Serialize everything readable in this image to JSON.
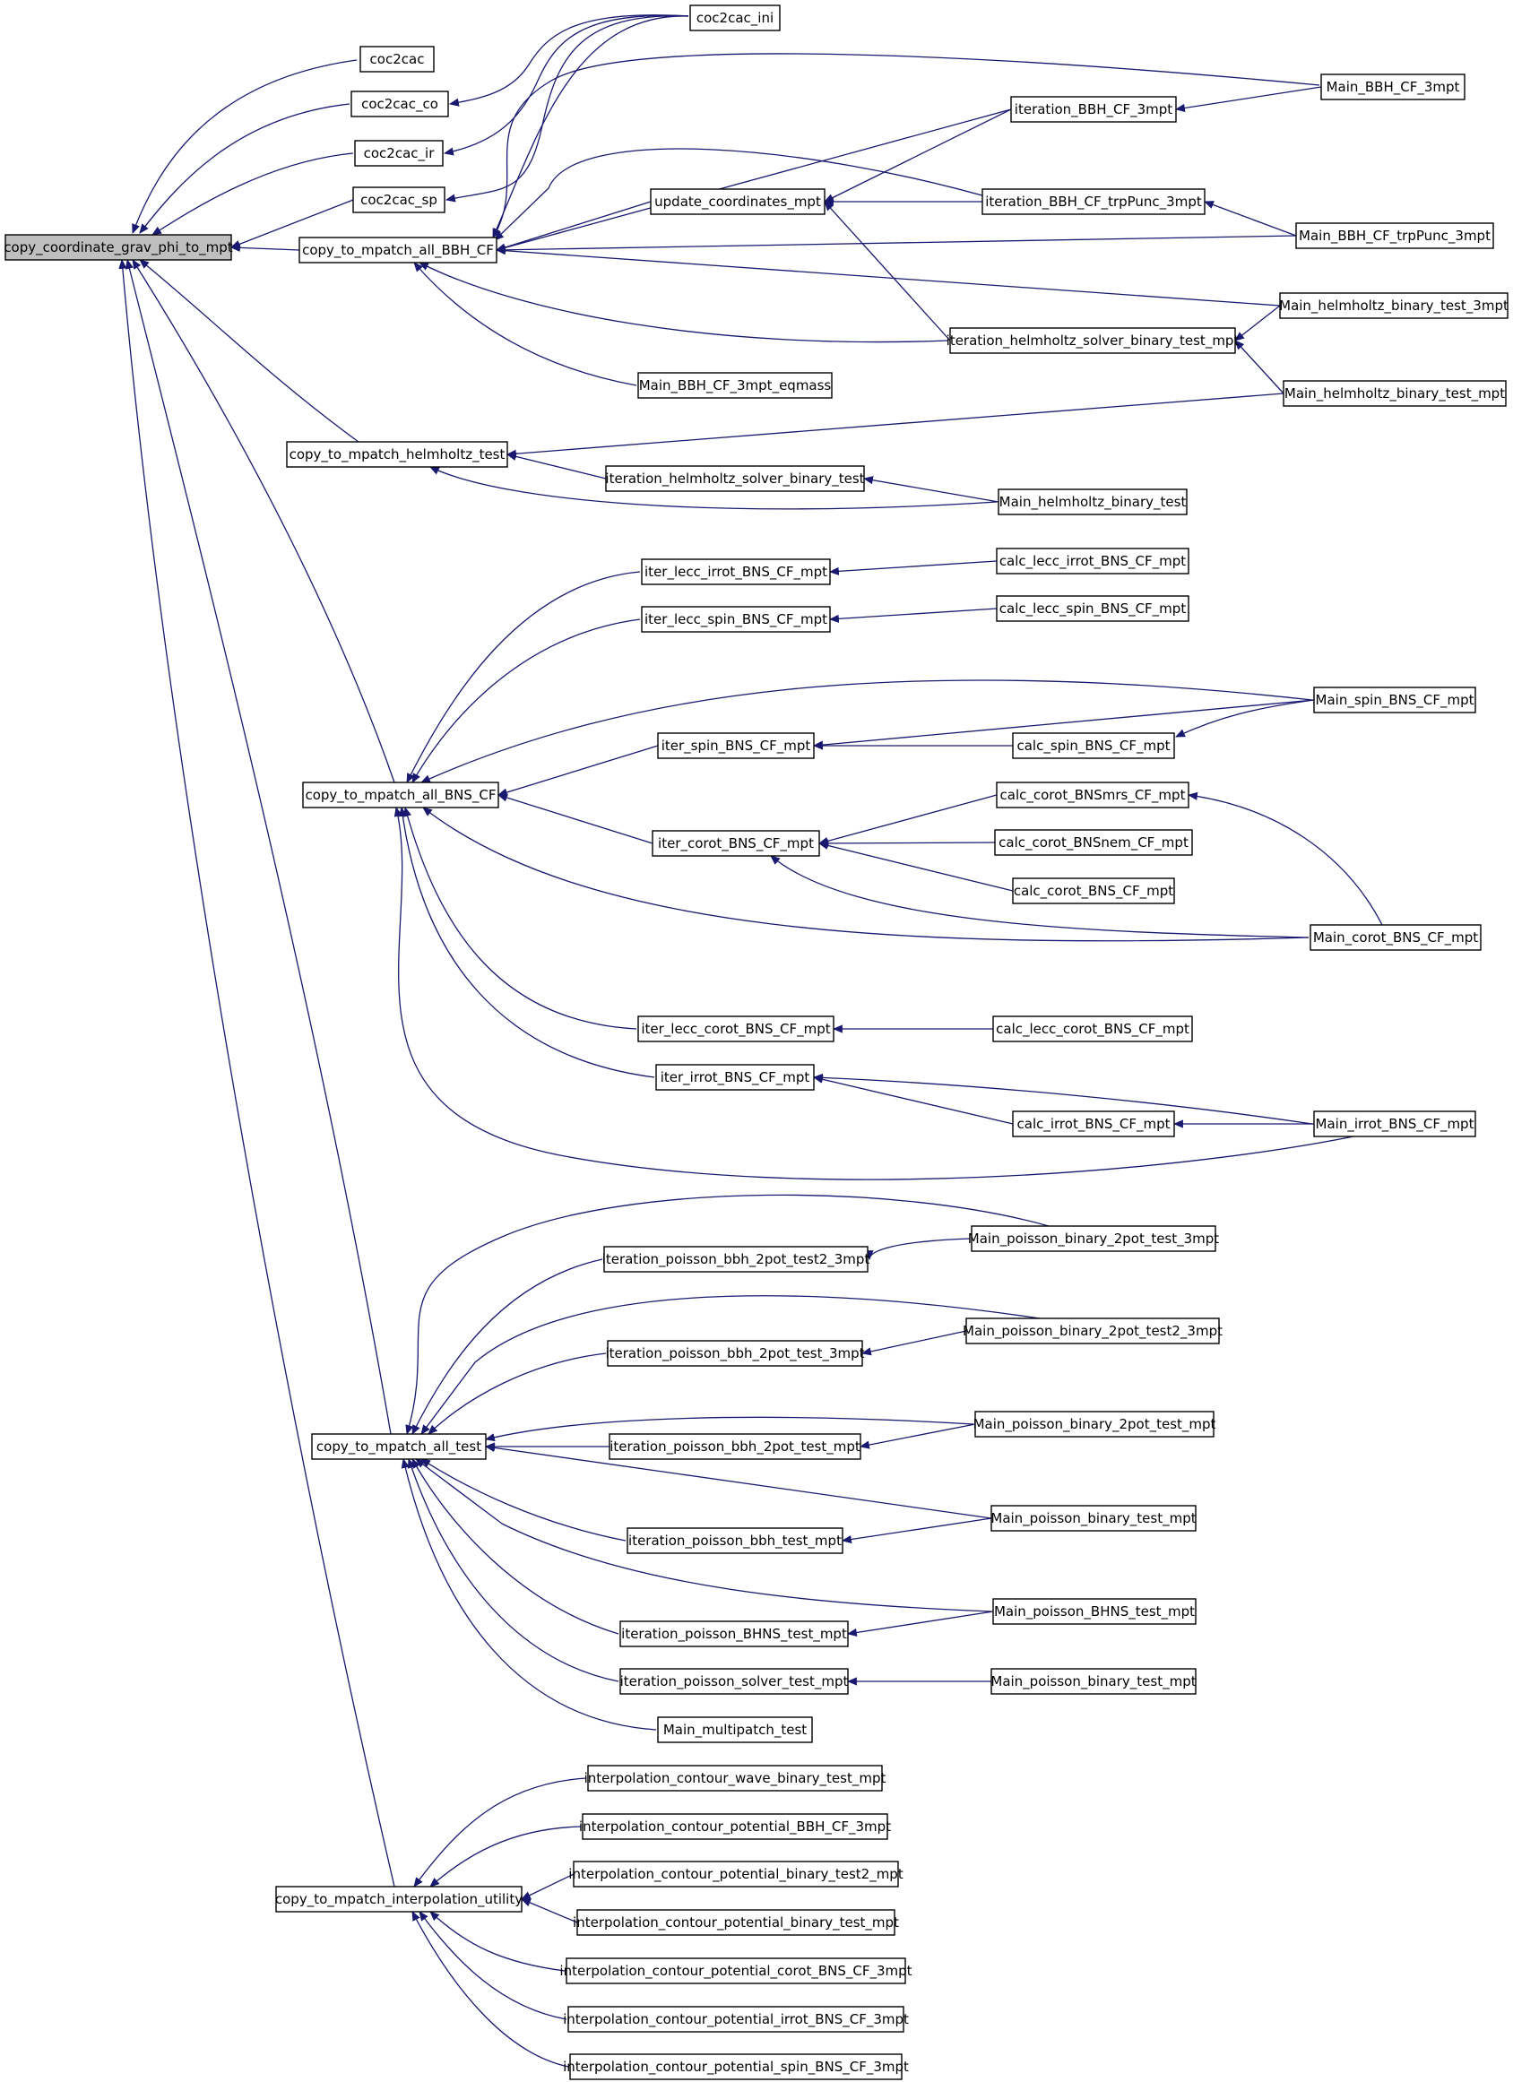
{
  "diagram": {
    "root": "copy_coordinate_grav_phi_to_mpt",
    "colors": {
      "edge": "#191970",
      "node_border": "#000000",
      "root_fill": "#bfbfbf",
      "node_fill": "#ffffff"
    },
    "nodes": [
      {
        "id": "root",
        "label": "copy_coordinate_grav_phi_to_mpt"
      },
      {
        "id": "coc2cac",
        "label": "coc2cac"
      },
      {
        "id": "coc2cac_co",
        "label": "coc2cac_co"
      },
      {
        "id": "coc2cac_ir",
        "label": "coc2cac_ir"
      },
      {
        "id": "coc2cac_sp",
        "label": "coc2cac_sp"
      },
      {
        "id": "coc2cac_ini",
        "label": "coc2cac_ini"
      },
      {
        "id": "all_BBH",
        "label": "copy_to_mpatch_all_BBH_CF"
      },
      {
        "id": "helm",
        "label": "copy_to_mpatch_helmholtz_test"
      },
      {
        "id": "all_BNS",
        "label": "copy_to_mpatch_all_BNS_CF"
      },
      {
        "id": "all_test",
        "label": "copy_to_mpatch_all_test"
      },
      {
        "id": "interp",
        "label": "copy_to_mpatch_interpolation_utility"
      },
      {
        "id": "upd",
        "label": "update_coordinates_mpt"
      },
      {
        "id": "itBBH3",
        "label": "iteration_BBH_CF_3mpt"
      },
      {
        "id": "itBBHtrp",
        "label": "iteration_BBH_CF_trpPunc_3mpt"
      },
      {
        "id": "itHelmMpt",
        "label": "iteration_helmholtz_solver_binary_test_mpt"
      },
      {
        "id": "mBBHeq",
        "label": "Main_BBH_CF_3mpt_eqmass"
      },
      {
        "id": "mBBH3",
        "label": "Main_BBH_CF_3mpt"
      },
      {
        "id": "mBBHtrp",
        "label": "Main_BBH_CF_trpPunc_3mpt"
      },
      {
        "id": "mHelm3",
        "label": "Main_helmholtz_binary_test_3mpt"
      },
      {
        "id": "mHelmMpt",
        "label": "Main_helmholtz_binary_test_mpt"
      },
      {
        "id": "itHelm",
        "label": "iteration_helmholtz_solver_binary_test"
      },
      {
        "id": "mHelm",
        "label": "Main_helmholtz_binary_test"
      },
      {
        "id": "ilIrrot",
        "label": "iter_lecc_irrot_BNS_CF_mpt"
      },
      {
        "id": "ilSpin",
        "label": "iter_lecc_spin_BNS_CF_mpt"
      },
      {
        "id": "iSpin",
        "label": "iter_spin_BNS_CF_mpt"
      },
      {
        "id": "iCorot",
        "label": "iter_corot_BNS_CF_mpt"
      },
      {
        "id": "ilCorot",
        "label": "iter_lecc_corot_BNS_CF_mpt"
      },
      {
        "id": "iIrrot",
        "label": "iter_irrot_BNS_CF_mpt"
      },
      {
        "id": "clIrrot",
        "label": "calc_lecc_irrot_BNS_CF_mpt"
      },
      {
        "id": "clSpin",
        "label": "calc_lecc_spin_BNS_CF_mpt"
      },
      {
        "id": "cSpin",
        "label": "calc_spin_BNS_CF_mpt"
      },
      {
        "id": "cCorotMrs",
        "label": "calc_corot_BNSmrs_CF_mpt"
      },
      {
        "id": "cCorotNem",
        "label": "calc_corot_BNSnem_CF_mpt"
      },
      {
        "id": "cCorot",
        "label": "calc_corot_BNS_CF_mpt"
      },
      {
        "id": "clCorot",
        "label": "calc_lecc_corot_BNS_CF_mpt"
      },
      {
        "id": "cIrrot",
        "label": "calc_irrot_BNS_CF_mpt"
      },
      {
        "id": "mSpin",
        "label": "Main_spin_BNS_CF_mpt"
      },
      {
        "id": "mCorot",
        "label": "Main_corot_BNS_CF_mpt"
      },
      {
        "id": "mIrrot",
        "label": "Main_irrot_BNS_CF_mpt"
      },
      {
        "id": "itPb2t23",
        "label": "iteration_poisson_bbh_2pot_test2_3mpt"
      },
      {
        "id": "itPb2t3",
        "label": "iteration_poisson_bbh_2pot_test_3mpt"
      },
      {
        "id": "itPb2tm",
        "label": "iteration_poisson_bbh_2pot_test_mpt"
      },
      {
        "id": "itPbt",
        "label": "iteration_poisson_bbh_test_mpt"
      },
      {
        "id": "itPBHNS",
        "label": "iteration_poisson_BHNS_test_mpt"
      },
      {
        "id": "itPsol",
        "label": "iteration_poisson_solver_test_mpt"
      },
      {
        "id": "mMulti",
        "label": "Main_multipatch_test"
      },
      {
        "id": "mPb2t3",
        "label": "Main_poisson_binary_2pot_test_3mpt"
      },
      {
        "id": "mPb2t23",
        "label": "Main_poisson_binary_2pot_test2_3mpt"
      },
      {
        "id": "mPb2tm",
        "label": "Main_poisson_binary_2pot_test_mpt"
      },
      {
        "id": "mPbt1",
        "label": "Main_poisson_binary_test_mpt"
      },
      {
        "id": "mPBHNS",
        "label": "Main_poisson_BHNS_test_mpt"
      },
      {
        "id": "mPbt2",
        "label": "Main_poisson_binary_test_mpt"
      },
      {
        "id": "icWave",
        "label": "interpolation_contour_wave_binary_test_mpt"
      },
      {
        "id": "icBBH",
        "label": "interpolation_contour_potential_BBH_CF_3mpt"
      },
      {
        "id": "icBt2",
        "label": "interpolation_contour_potential_binary_test2_mpt"
      },
      {
        "id": "icBt",
        "label": "interpolation_contour_potential_binary_test_mpt"
      },
      {
        "id": "icCorot",
        "label": "interpolation_contour_potential_corot_BNS_CF_3mpt"
      },
      {
        "id": "icIrrot",
        "label": "interpolation_contour_potential_irrot_BNS_CF_3mpt"
      },
      {
        "id": "icSpin",
        "label": "interpolation_contour_potential_spin_BNS_CF_3mpt"
      }
    ],
    "edges": [
      [
        "coc2cac",
        "root"
      ],
      [
        "coc2cac_co",
        "root"
      ],
      [
        "coc2cac_ir",
        "root"
      ],
      [
        "coc2cac_sp",
        "root"
      ],
      [
        "all_BBH",
        "root"
      ],
      [
        "helm",
        "root"
      ],
      [
        "all_BNS",
        "root"
      ],
      [
        "all_test",
        "root"
      ],
      [
        "interp",
        "root"
      ],
      [
        "coc2cac_ini",
        "coc2cac_co"
      ],
      [
        "coc2cac_ini",
        "coc2cac_ir"
      ],
      [
        "coc2cac_ini",
        "coc2cac_sp"
      ],
      [
        "coc2cac_ini",
        "all_BBH"
      ],
      [
        "upd",
        "all_BBH"
      ],
      [
        "itBBH3",
        "all_BBH"
      ],
      [
        "itBBHtrp",
        "all_BBH"
      ],
      [
        "itHelmMpt",
        "all_BBH"
      ],
      [
        "mBBHeq",
        "all_BBH"
      ],
      [
        "mBBH3",
        "all_BBH"
      ],
      [
        "mBBHtrp",
        "all_BBH"
      ],
      [
        "mHelm3",
        "all_BBH"
      ],
      [
        "itBBH3",
        "upd"
      ],
      [
        "itBBHtrp",
        "upd"
      ],
      [
        "itHelmMpt",
        "upd"
      ],
      [
        "mBBH3",
        "itBBH3"
      ],
      [
        "mBBHtrp",
        "itBBHtrp"
      ],
      [
        "mHelm3",
        "itHelmMpt"
      ],
      [
        "mHelmMpt",
        "itHelmMpt"
      ],
      [
        "mHelmMpt",
        "helm"
      ],
      [
        "itHelm",
        "helm"
      ],
      [
        "mHelm",
        "helm"
      ],
      [
        "mHelm",
        "itHelm"
      ],
      [
        "ilIrrot",
        "all_BNS"
      ],
      [
        "ilSpin",
        "all_BNS"
      ],
      [
        "mSpin",
        "all_BNS"
      ],
      [
        "iSpin",
        "all_BNS"
      ],
      [
        "iCorot",
        "all_BNS"
      ],
      [
        "mCorot",
        "all_BNS"
      ],
      [
        "ilCorot",
        "all_BNS"
      ],
      [
        "iIrrot",
        "all_BNS"
      ],
      [
        "mIrrot",
        "all_BNS"
      ],
      [
        "clIrrot",
        "ilIrrot"
      ],
      [
        "clSpin",
        "ilSpin"
      ],
      [
        "mSpin",
        "iSpin"
      ],
      [
        "cSpin",
        "iSpin"
      ],
      [
        "mSpin",
        "cSpin"
      ],
      [
        "cCorotMrs",
        "iCorot"
      ],
      [
        "cCorotNem",
        "iCorot"
      ],
      [
        "cCorot",
        "iCorot"
      ],
      [
        "mCorot",
        "iCorot"
      ],
      [
        "mCorot",
        "cCorotMrs"
      ],
      [
        "clCorot",
        "ilCorot"
      ],
      [
        "cIrrot",
        "iIrrot"
      ],
      [
        "mIrrot",
        "iIrrot"
      ],
      [
        "mIrrot",
        "cIrrot"
      ],
      [
        "mPb2t3",
        "all_test"
      ],
      [
        "itPb2t23",
        "all_test"
      ],
      [
        "mPb2t23",
        "all_test"
      ],
      [
        "itPb2t3",
        "all_test"
      ],
      [
        "mPb2tm",
        "all_test"
      ],
      [
        "itPb2tm",
        "all_test"
      ],
      [
        "mPbt1",
        "all_test"
      ],
      [
        "itPbt",
        "all_test"
      ],
      [
        "mPBHNS",
        "all_test"
      ],
      [
        "itPBHNS",
        "all_test"
      ],
      [
        "itPsol",
        "all_test"
      ],
      [
        "mMulti",
        "all_test"
      ],
      [
        "mPb2t3",
        "itPb2t23"
      ],
      [
        "mPb2t23",
        "itPb2t3"
      ],
      [
        "mPb2tm",
        "itPb2tm"
      ],
      [
        "mPbt1",
        "itPbt"
      ],
      [
        "mPBHNS",
        "itPBHNS"
      ],
      [
        "mPbt2",
        "itPsol"
      ],
      [
        "icWave",
        "interp"
      ],
      [
        "icBBH",
        "interp"
      ],
      [
        "icBt2",
        "interp"
      ],
      [
        "icBt",
        "interp"
      ],
      [
        "icCorot",
        "interp"
      ],
      [
        "icIrrot",
        "interp"
      ],
      [
        "icSpin",
        "interp"
      ]
    ]
  }
}
